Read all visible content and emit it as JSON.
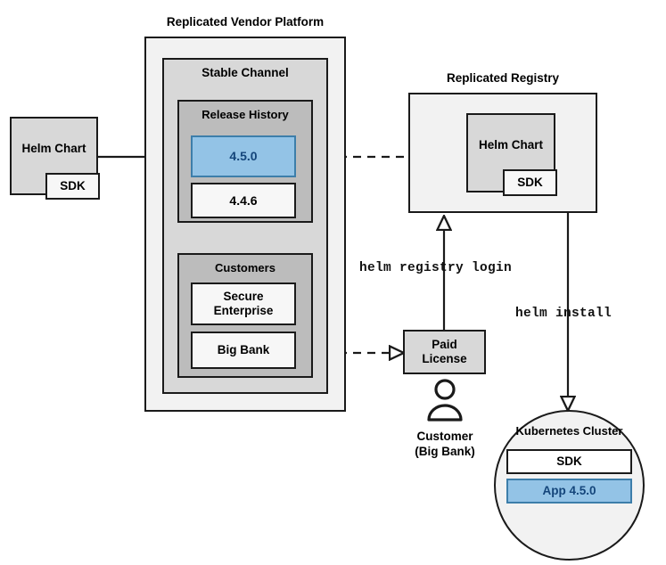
{
  "diagram": {
    "title": "Replicated Vendor Platform Helm distribution flow",
    "background": "#ffffff",
    "accent_blue_fill": "#93c3e6",
    "accent_blue_border": "#3d7eaa",
    "accent_blue_text": "#14457a",
    "stroke": "#1a1a1a"
  },
  "source_chart": {
    "label": "Helm Chart",
    "sdk_label": "SDK"
  },
  "vendor_platform": {
    "title": "Replicated Vendor Platform",
    "channel": {
      "title": "Stable Channel",
      "release_history": {
        "title": "Release History",
        "releases": [
          {
            "version": "4.5.0",
            "state": "current"
          },
          {
            "version": "4.4.6",
            "state": "previous"
          }
        ]
      },
      "customers": {
        "title": "Customers",
        "entries": [
          {
            "name": "Secure\nEnterprise",
            "line1": "Secure",
            "line2": "Enterprise"
          },
          {
            "name": "Big Bank",
            "line1": "Big Bank",
            "line2": ""
          }
        ]
      }
    }
  },
  "registry": {
    "title": "Replicated Registry",
    "chart": {
      "label": "Helm Chart",
      "sdk_label": "SDK"
    }
  },
  "license": {
    "line1": "Paid",
    "line2": "License"
  },
  "customer_actor": {
    "line1": "Customer",
    "line2": "(Big Bank)",
    "icon": "person-icon"
  },
  "commands": {
    "registry_login": "helm registry login",
    "install": "helm install"
  },
  "cluster": {
    "title": "Kubernetes Cluster",
    "components": [
      {
        "label": "SDK",
        "highlight": false
      },
      {
        "label": "App 4.5.0",
        "highlight": true
      }
    ]
  },
  "connections": [
    {
      "from": "helm-chart-source",
      "to": "release-4-5-0",
      "style": "solid",
      "arrow": "filled"
    },
    {
      "from": "release-4-5-0",
      "to": "registry-helm-chart",
      "style": "dashed",
      "arrow": "hollow"
    },
    {
      "from": "customer-big-bank",
      "to": "paid-license",
      "style": "dashed",
      "arrow": "hollow"
    },
    {
      "from": "paid-license",
      "to": "replicated-registry",
      "style": "solid",
      "arrow": "hollow",
      "label": "helm registry login"
    },
    {
      "from": "replicated-registry",
      "to": "kubernetes-cluster",
      "style": "solid",
      "arrow": "hollow",
      "label": "helm install"
    }
  ]
}
